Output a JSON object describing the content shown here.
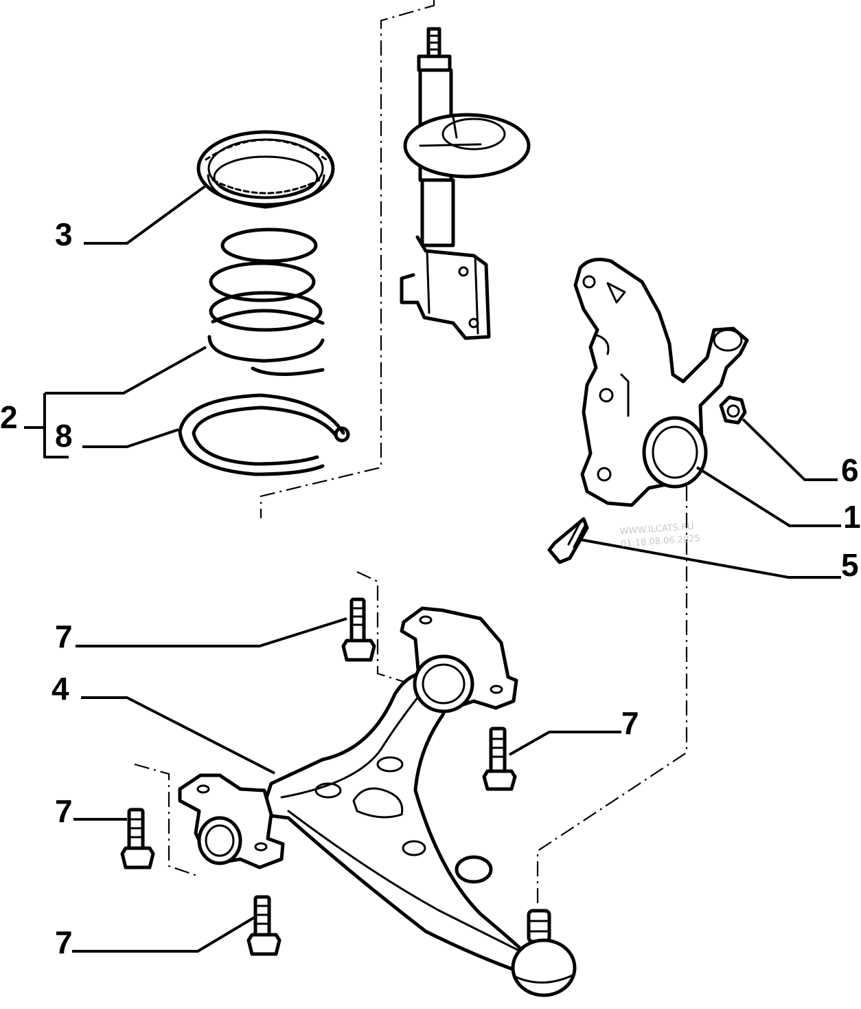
{
  "callouts": {
    "c1": "1",
    "c2": "2",
    "c3": "3",
    "c4": "4",
    "c5": "5",
    "c6": "6",
    "c7a": "7",
    "c7b": "7",
    "c7c": "7",
    "c7d": "7",
    "c8": "8"
  },
  "watermark": {
    "site": "WWW.ILCATS.RU",
    "stamp": "01:18 08.06.2025"
  }
}
